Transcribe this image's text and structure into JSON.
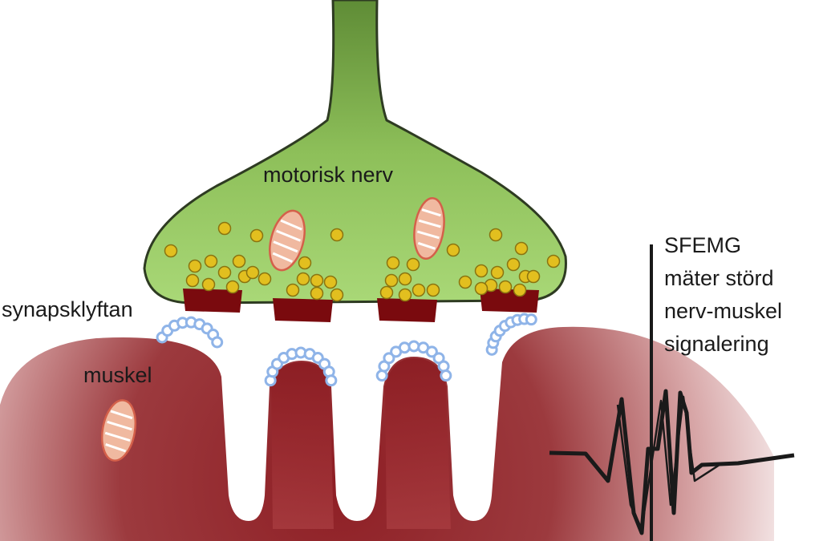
{
  "labels": {
    "nerve": "motorisk nerv",
    "cleft": "synapsklyftan",
    "muscle": "muskel"
  },
  "annotation": {
    "lines": [
      "SFEMG",
      "mäter störd",
      "nerv-muskel",
      "signalering"
    ]
  },
  "colors": {
    "nerve_fill": "#8fc25a",
    "nerve_stroke": "#2e3b22",
    "vesicle": "#e2bf1f",
    "active_zone": "#7a0a0e",
    "muscle_dark": "#8e1e24",
    "receptor": "#8fb4e8",
    "mitochondrion": "#f0b9a0"
  }
}
